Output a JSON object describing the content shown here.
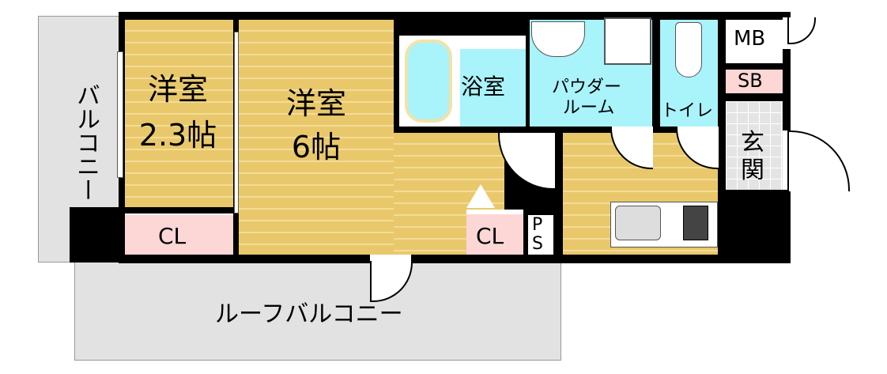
{
  "rooms": {
    "western_small": {
      "name": "洋室",
      "size": "2.3帖"
    },
    "western_main": {
      "name": "洋室",
      "size": "6帖"
    },
    "bath": "浴室",
    "powder_line1": "パウダー",
    "powder_line2": "ルーム",
    "toilet": "トイレ",
    "mb": "MB",
    "sb": "SB",
    "entrance_1": "玄",
    "entrance_2": "関",
    "closet_left": "CL",
    "closet_right": "CL",
    "ps_1": "P",
    "ps_2": "S",
    "balcony": "バルコニー",
    "roof_balcony": "ルーフバルコニー"
  },
  "colors": {
    "wood": "#e9c86c",
    "wet": "#a9f3fb",
    "storage": "#fdd6d6",
    "outdoor": "#e2e2e2"
  }
}
